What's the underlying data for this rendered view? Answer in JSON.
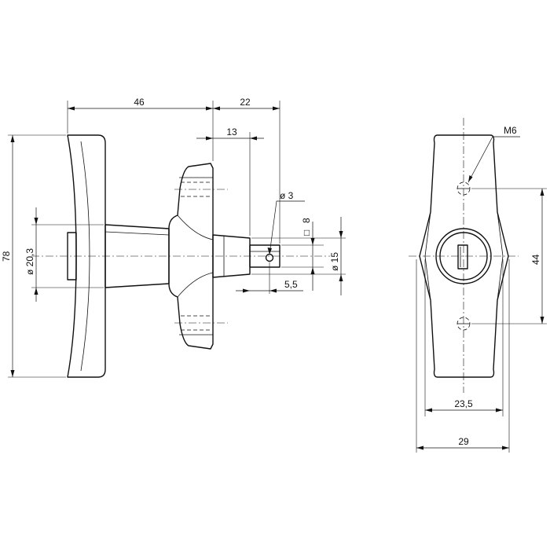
{
  "dimensions": {
    "handle_length": "46",
    "spindle_length": "22",
    "spindle_section": "13",
    "pin_hole": "ø 3",
    "square_drive": "8",
    "square_symbol": "□",
    "boss_diameter": "ø 15",
    "pin_offset": "5,5",
    "shaft_diameter": "ø 20,3",
    "overall_height": "78",
    "thread": "M6",
    "hole_spacing": "44",
    "inner_width": "23,5",
    "outer_width": "29"
  }
}
